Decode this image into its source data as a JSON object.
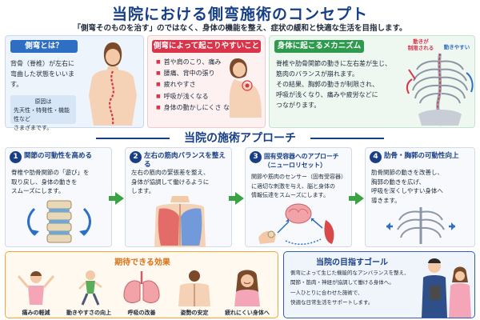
{
  "header": {
    "title": "当院における側弯施術のコンセプト",
    "subtitle": "「側弯そのものを治す」のではなく、身体の機能を整え、症状の緩和と快適な生活を目指します。"
  },
  "what": {
    "heading": "側弯とは？",
    "text_line1": "背骨（脊椎）が左右に",
    "text_line2": "弯曲した状態をいいます。",
    "cause_line1": "原因は",
    "cause_line2": "先天性・特発性・機能性など",
    "cause_line3": "さまざまです。"
  },
  "symptoms": {
    "heading": "側弯によって起こりやすいこと",
    "items": [
      "首や肩のこり、痛み",
      "腰痛、背中の張り",
      "疲れやすさ",
      "呼吸が浅くなる",
      "身体の動かしにくさ など"
    ]
  },
  "mechanism": {
    "heading": "身体に起こるメカニズム",
    "text_line1": "脊椎や肋骨関節の動きに左右差が生じ、",
    "text_line2": "筋肉のバランスが崩れます。",
    "text_line3": "その結果、胸郭の動きが制限され、",
    "text_line4": "呼吸が浅くなり、痛みや疲労などに",
    "text_line5": "つながります。",
    "label_restricted_1": "動きが",
    "label_restricted_2": "制限される",
    "label_easy": "動きやすい"
  },
  "approach": {
    "title": "当院の施術アプローチ",
    "steps": [
      {
        "num": "1",
        "title": "関節の可動性を高める",
        "desc1": "脊椎や肋骨関節の「遊び」を",
        "desc2": "取り戻し、身体の動きを",
        "desc3": "スムーズにします。",
        "desc4": ""
      },
      {
        "num": "2",
        "title": "左右の筋肉バランスを整える",
        "desc1": "左右の筋肉の緊張差を整え、",
        "desc2": "身体が協調して働けるように",
        "desc3": "します。",
        "desc4": ""
      },
      {
        "num": "3",
        "title": "固有受容器へのアプローチ（ニューロリセット）",
        "desc1": "関節や筋肉のセンサー（固有受容器）",
        "desc2": "に適切な刺激を与え、脳と身体の",
        "desc3": "情報伝達をスムーズにします。",
        "desc4": ""
      },
      {
        "num": "4",
        "title": "肋骨・胸郭の可動性向上",
        "desc1": "肋骨関節の動きを改善し、",
        "desc2": "胸郭の動きを広げ、",
        "desc3": "呼吸を深くしやすい身体へ",
        "desc4": "導きます。"
      }
    ]
  },
  "effects": {
    "title": "期待できる効果",
    "items": [
      "痛みの軽減",
      "動きやすさの向上",
      "呼吸の改善",
      "姿勢の安定",
      "疲れにくい身体へ"
    ]
  },
  "goal": {
    "title": "当院の目指すゴール",
    "line1": "側弯によって生じた機能的なアンバランスを整え、",
    "line2": "関節・筋肉・神経が協調して働ける身体へ。",
    "line3": "一人ひとりに合わせた施術で、",
    "line4": "快適な日常生活をサポートします。"
  },
  "colors": {
    "navy": "#173f86",
    "blue_head": "#2e6fc4",
    "red_head": "#d9344a",
    "green_head": "#2e9a4e",
    "orange": "#f0a43a",
    "arrow_green": "#3aa445"
  }
}
